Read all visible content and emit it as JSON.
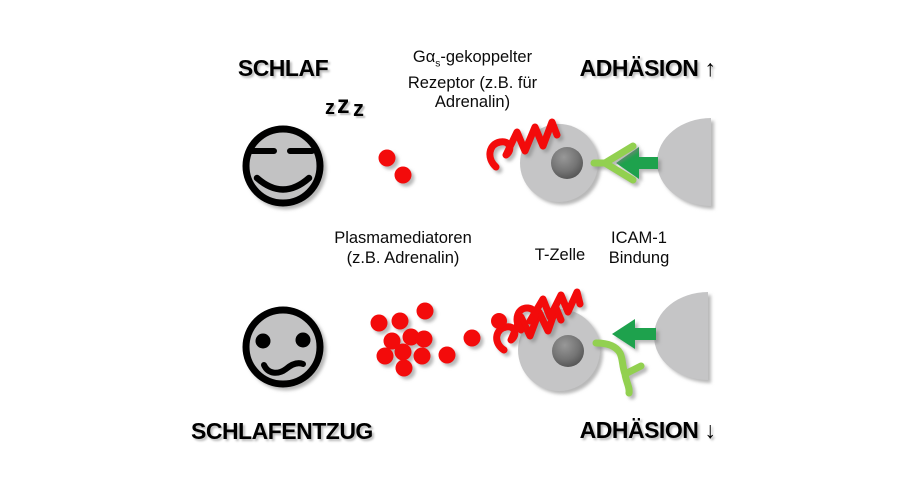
{
  "headings": {
    "sleep": "SCHLAF",
    "sleep_deprivation": "SCHLAFENTZUG",
    "adhesion_up_label": "ADHÄSION",
    "adhesion_up_arrow": "↑",
    "adhesion_down_label": "ADHÄSION",
    "adhesion_down_arrow": "↓"
  },
  "annotations": {
    "receptor_line1_pre": "Gα",
    "receptor_line1_sub": "s",
    "receptor_line1_post": "-gekoppelter",
    "receptor_line2": "Rezeptor (z.B. für",
    "receptor_line3": "Adrenalin)",
    "mediators_line1": "Plasmamediatoren",
    "mediators_line2": "(z.B. Adrenalin)",
    "t_cell": "T-Zelle",
    "icam_line1": "ICAM-1",
    "icam_line2": "Bindung"
  },
  "zzz": [
    "z",
    "z",
    "z"
  ],
  "colors": {
    "red": "#f30b0b",
    "cell_gray": "#c5c5c6",
    "face_gray": "#c2c2c3",
    "arrow_green": "#1ea24d",
    "fork_green": "#92d050"
  }
}
